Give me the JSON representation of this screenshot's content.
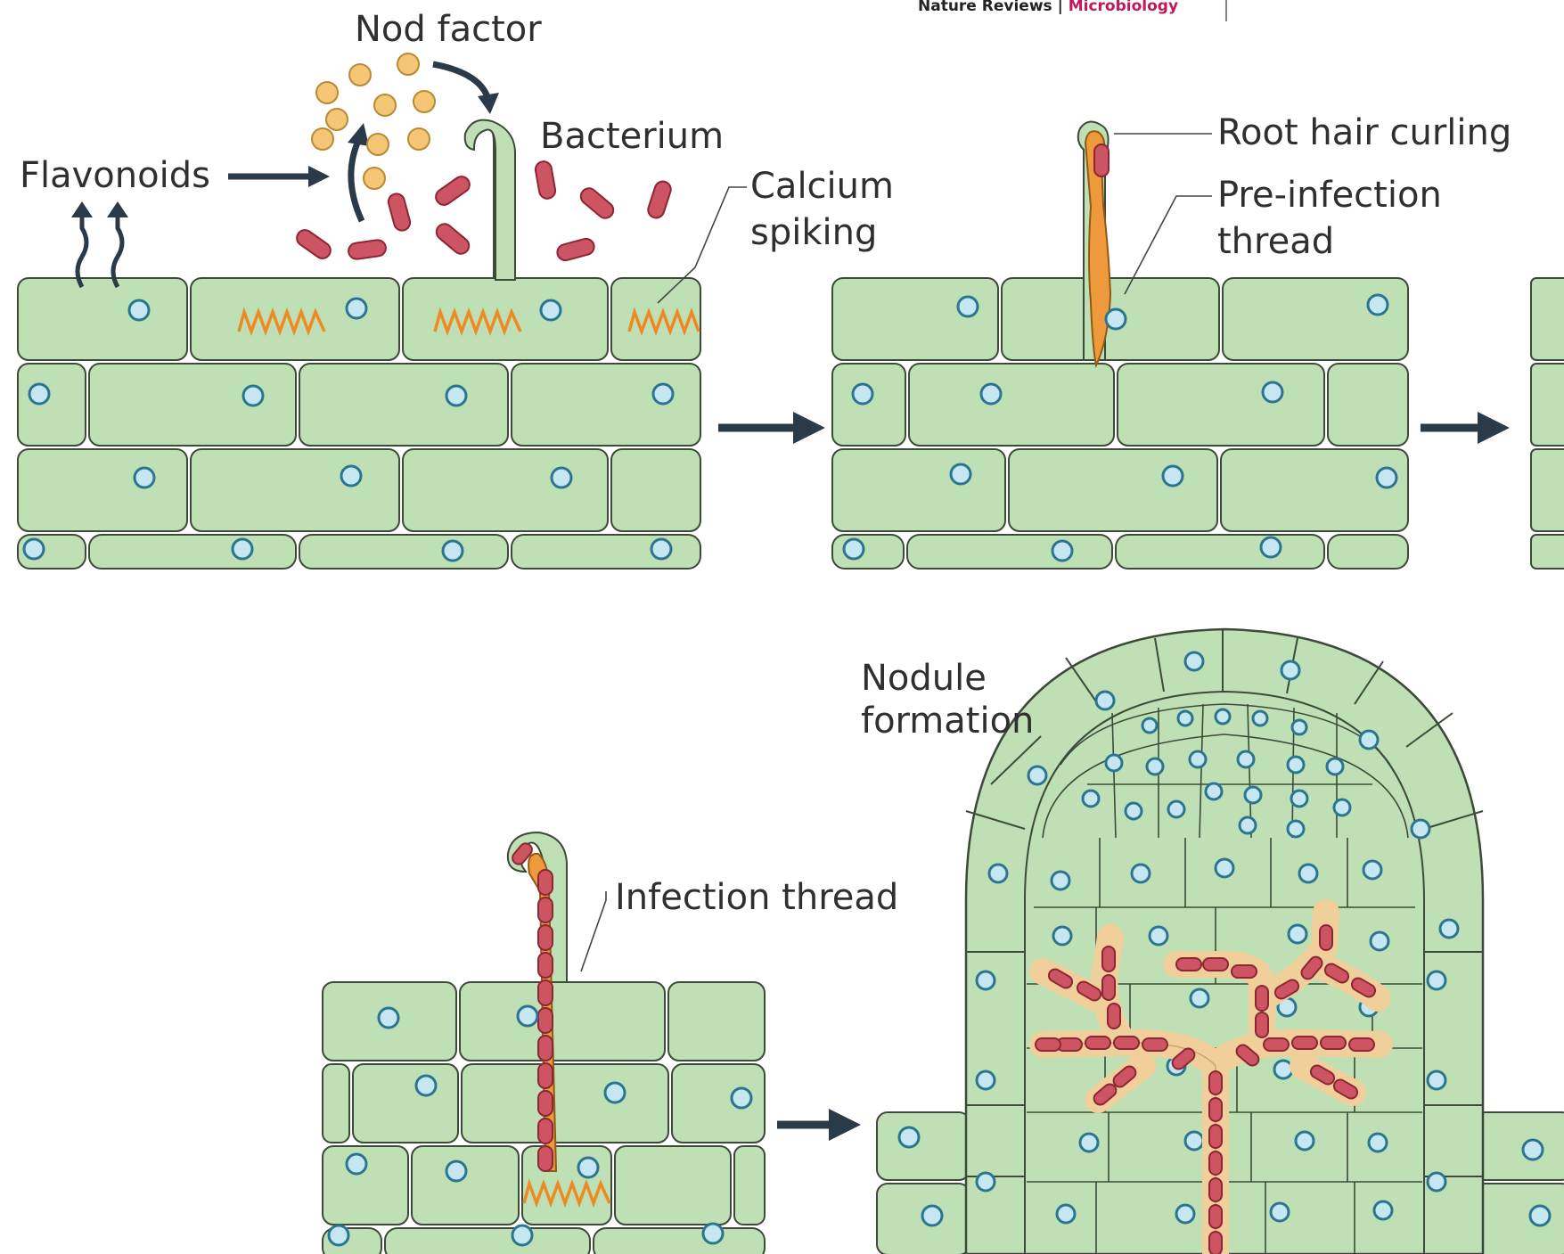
{
  "credit": {
    "journal": "Nature Reviews",
    "separator": "|",
    "section": "Microbiology"
  },
  "labels": {
    "nod_factor": "Nod factor",
    "bacterium": "Bacterium",
    "flavonoids": "Flavonoids",
    "calcium_line1": "Calcium",
    "calcium_line2": "spiking",
    "root_hair_curling": "Root hair curling",
    "pre_infection_line1": "Pre-infection",
    "pre_infection_line2": "thread",
    "infection_thread": "Infection thread",
    "nodule_line1": "Nodule",
    "nodule_line2": "formation"
  },
  "colors": {
    "cell_fill": "#bfe0b5",
    "cell_stroke": "#3d4a3a",
    "nucleus_fill": "#c6e6f2",
    "nucleus_stroke": "#2c7590",
    "bacterium": "#cd5563",
    "nod_factor": "#f4c676",
    "thread": "#ee9a3c",
    "calcium_spike": "#ec8a24",
    "arrow": "#2b3a48",
    "credit_section": "#c0185b"
  }
}
